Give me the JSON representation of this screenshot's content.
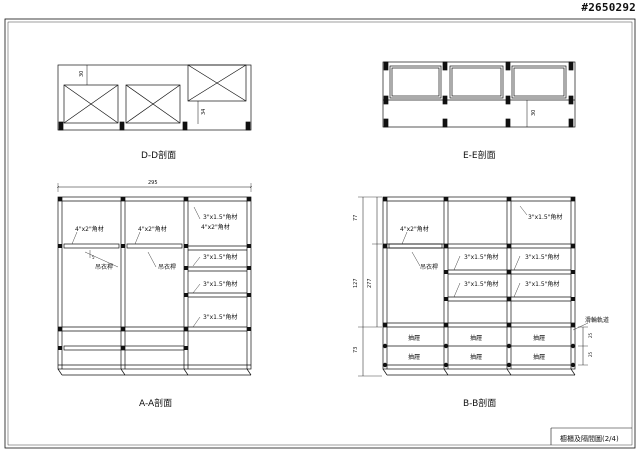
{
  "drawing_id": "#2650292",
  "sheet_title": "櫥櫃及隔間圖(2/4)",
  "colors": {
    "line": "#111111",
    "paper": "#ffffff",
    "post": "#111111"
  },
  "views": {
    "dd": {
      "title": "D-D剖面",
      "dims": [
        "30",
        "34"
      ]
    },
    "ee": {
      "title": "E-E剖面",
      "dims": [
        "30"
      ]
    },
    "aa": {
      "title": "A-A剖面",
      "overall_width": "295",
      "labels": {
        "angle_4x2_left": "4\"x2\"角材",
        "angle_4x2_mid": "4\"x2\"角材",
        "angle_3x15_top": "3\"x1.5\"角材",
        "angle_4x2_right": "4\"x2\"角材",
        "angle_3x15_r1": "3\"x1.5\"角材",
        "angle_3x15_r2": "3\"x1.5\"角材",
        "angle_3x15_r3": "3\"x1.5\"角材",
        "rod_left": "吊衣桿",
        "rod_mid": "吊衣桿"
      },
      "small_mark": "5"
    },
    "bb": {
      "title": "B-B剖面",
      "dims": [
        "77",
        "127",
        "277",
        "73",
        "25",
        "25"
      ],
      "labels": {
        "angle_4x2": "4\"x2\"角材",
        "angle_3x15_top": "3\"x1.5\"角材",
        "angle_3x15_m1": "3\"x1.5\"角材",
        "angle_3x15_r1": "3\"x1.5\"角材",
        "angle_3x15_m2": "3\"x1.5\"角材",
        "angle_3x15_r2": "3\"x1.5\"角材",
        "rod": "吊衣桿",
        "slide_rail": "滑輪軌道"
      },
      "drawers": [
        "抽屜",
        "抽屜",
        "抽屜",
        "抽屜",
        "抽屜",
        "抽屜"
      ]
    }
  }
}
